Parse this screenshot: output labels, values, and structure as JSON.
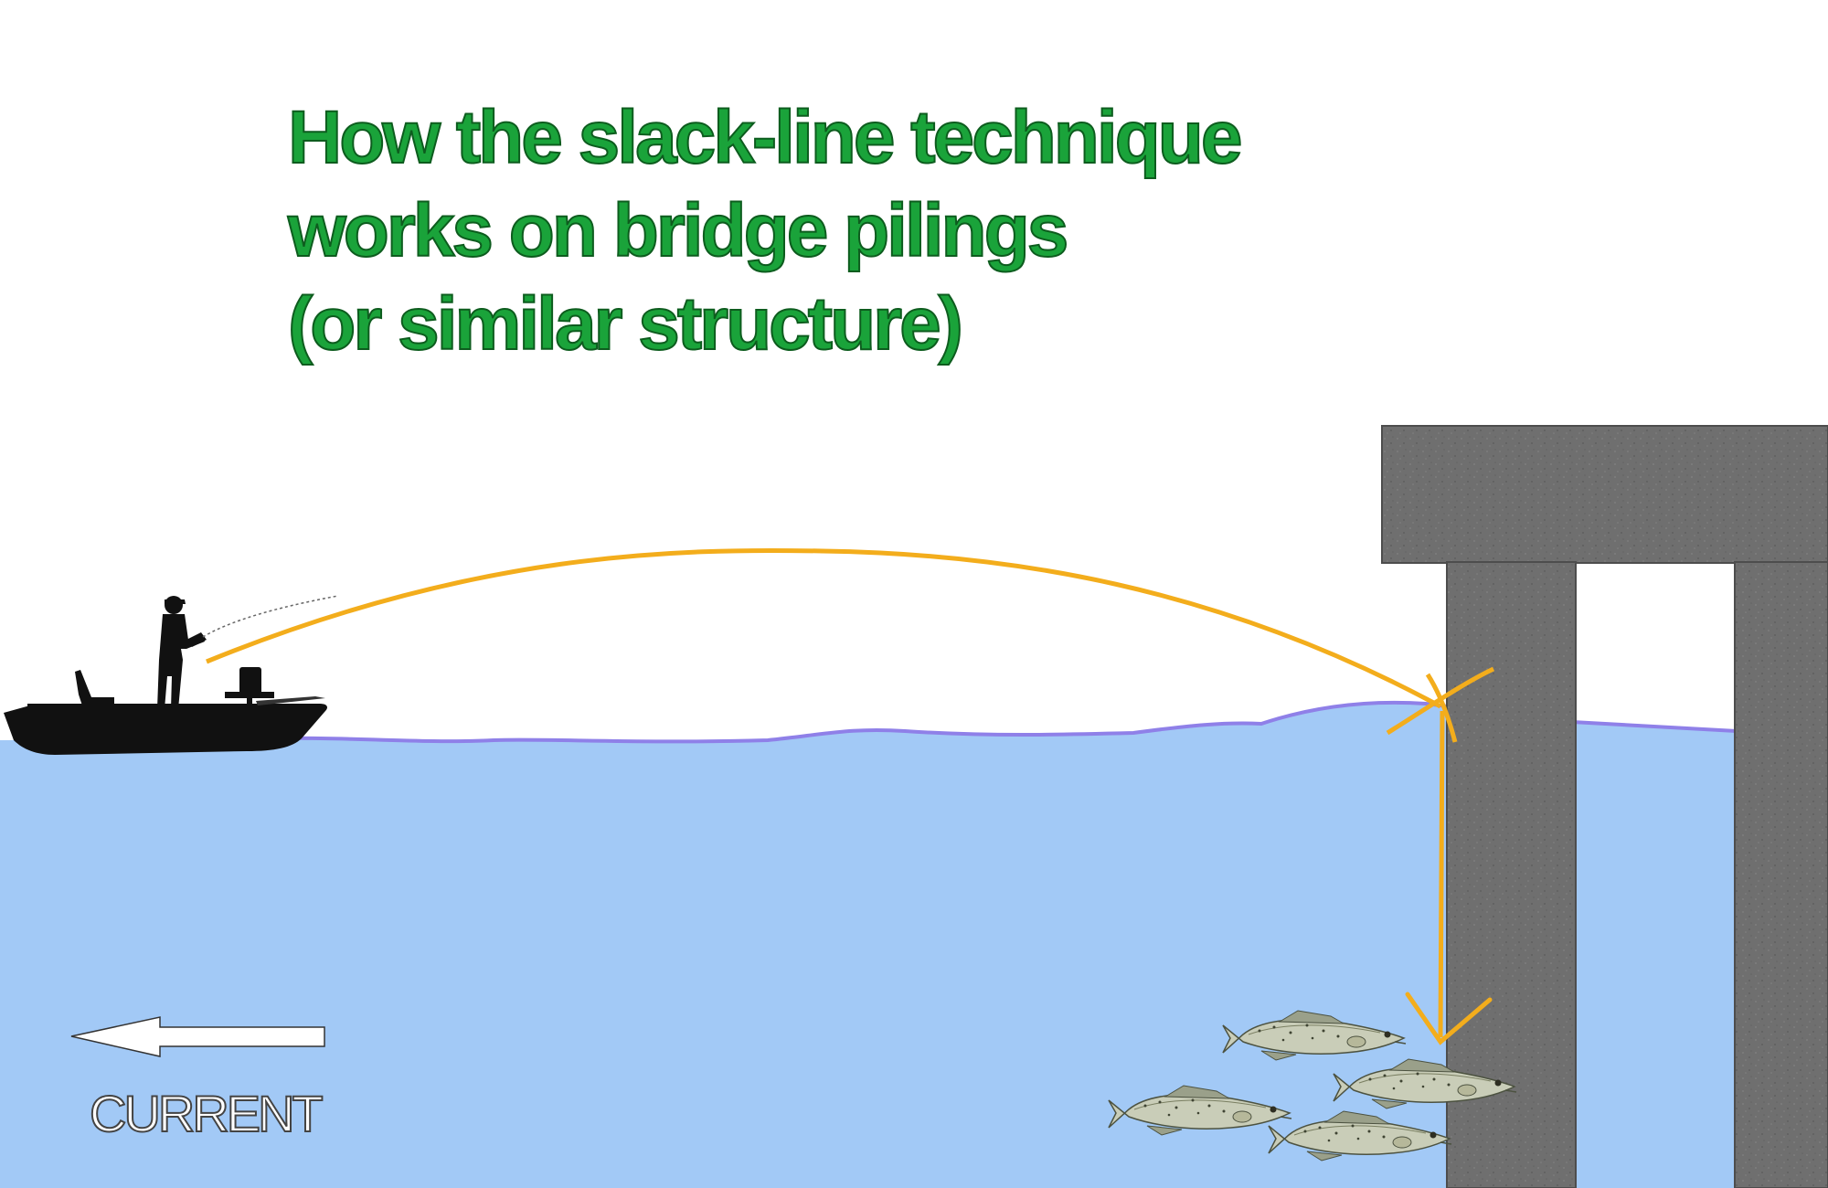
{
  "title": {
    "line1": "How the slack-line technique",
    "line2": "works on bridge pilings",
    "line3": "(or similar structure)"
  },
  "current": {
    "label": "CURRENT",
    "direction": "left"
  },
  "colors": {
    "title": "#1aa33a",
    "water": "#a2c9f6",
    "water_surface": "#8f80e8",
    "line": "#f3ad1c",
    "concrete": "#6f6f6f"
  },
  "icons": {
    "angler": "boat-angler-silhouette-icon",
    "fish": "speckled-trout-icon",
    "arrow": "arrow-left-icon"
  }
}
